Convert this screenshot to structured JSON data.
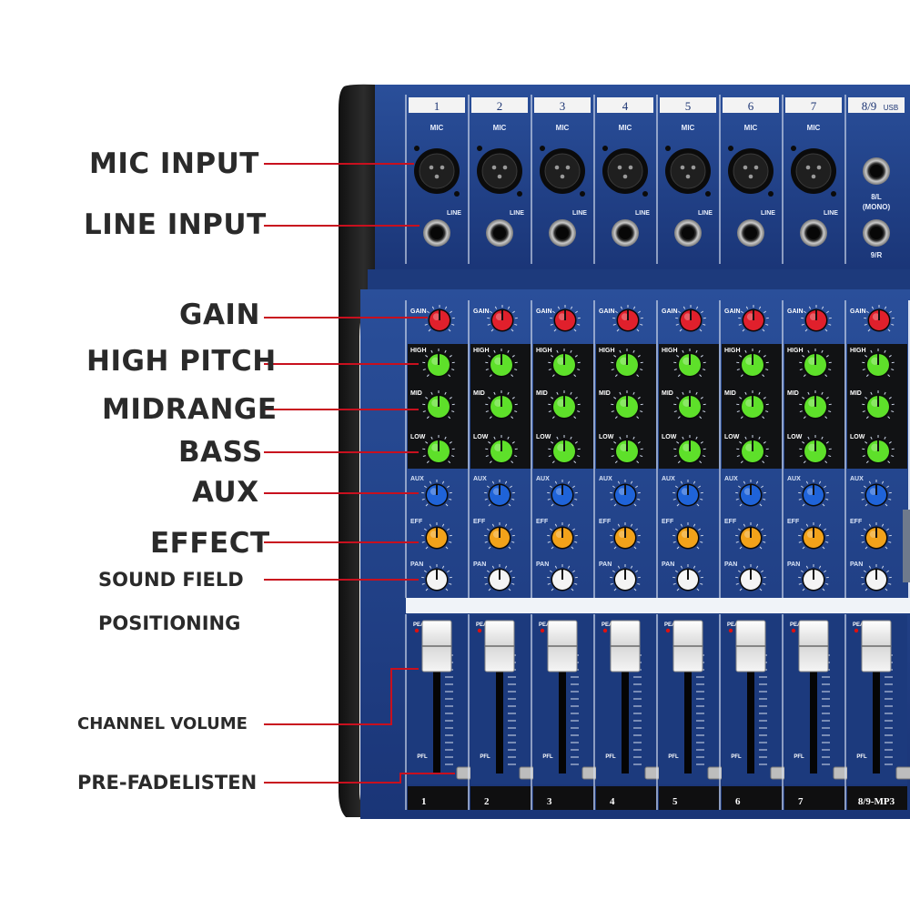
{
  "callouts": {
    "mic_input": "MIC INPUT",
    "line_input": "LINE INPUT",
    "gain": "GAIN",
    "high_pitch": "HIGH PITCH",
    "midrange": "MIDRANGE",
    "bass": "BASS",
    "aux": "AUX",
    "effect": "EFFECT",
    "sound_field_1": "SOUND FIELD",
    "sound_field_2": "POSITIONING",
    "channel_volume": "CHANNEL VOLUME",
    "pre_fade_listen": "PRE-FADELISTEN"
  },
  "channels": [
    {
      "top": "1",
      "bottom": "1"
    },
    {
      "top": "2",
      "bottom": "2"
    },
    {
      "top": "3",
      "bottom": "3"
    },
    {
      "top": "4",
      "bottom": "4"
    },
    {
      "top": "5",
      "bottom": "5"
    },
    {
      "top": "6",
      "bottom": "6"
    },
    {
      "top": "7",
      "bottom": "7"
    },
    {
      "top": "8/9",
      "top_suffix": "USB",
      "bottom": "8/9-MP3"
    }
  ],
  "panel_labels": {
    "mic": "MIC",
    "line": "LINE",
    "stereo_in_left": "8/L",
    "stereo_in_mono": "(MONO)",
    "stereo_in_right": "9/R",
    "gain": "GAIN",
    "high": "HIGH",
    "mid": "MID",
    "low": "LOW",
    "aux": "AUX",
    "eff": "EFF",
    "pan": "PAN",
    "peak": "PEAK",
    "pfl": "PFL"
  },
  "colors": {
    "panel_blue": "#1e3f85",
    "gain_knob": "#e0202c",
    "eq_knob": "#5ee02a",
    "aux_knob": "#1f63d8",
    "eff_knob": "#f2a21a",
    "pan_knob": "#f4f4f4",
    "leader_line": "#c8101e"
  }
}
